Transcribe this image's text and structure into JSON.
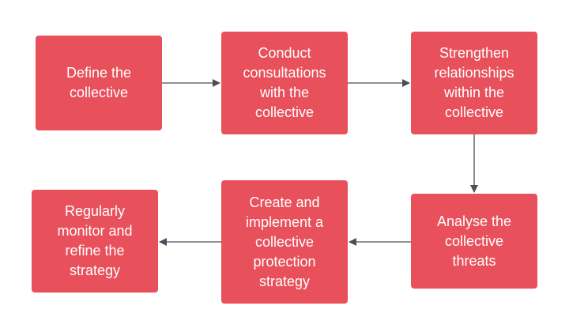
{
  "colors": {
    "box": "#e8505b",
    "text": "#ffffff",
    "connector": "#4a4f57"
  },
  "nodes": [
    {
      "label": "Define the\ncollective"
    },
    {
      "label": "Conduct\nconsultations\nwith the\ncollective"
    },
    {
      "label": "Strengthen\nrelationships\nwithin the\ncollective"
    },
    {
      "label": "Analyse the\ncollective\nthreats"
    },
    {
      "label": "Create and\nimplement a\ncollective\nprotection\nstrategy"
    },
    {
      "label": "Regularly\nmonitor and\nrefine the\nstrategy"
    }
  ],
  "edges": [
    {
      "from": 0,
      "to": 1
    },
    {
      "from": 1,
      "to": 2
    },
    {
      "from": 2,
      "to": 3
    },
    {
      "from": 3,
      "to": 4
    },
    {
      "from": 4,
      "to": 5
    }
  ]
}
